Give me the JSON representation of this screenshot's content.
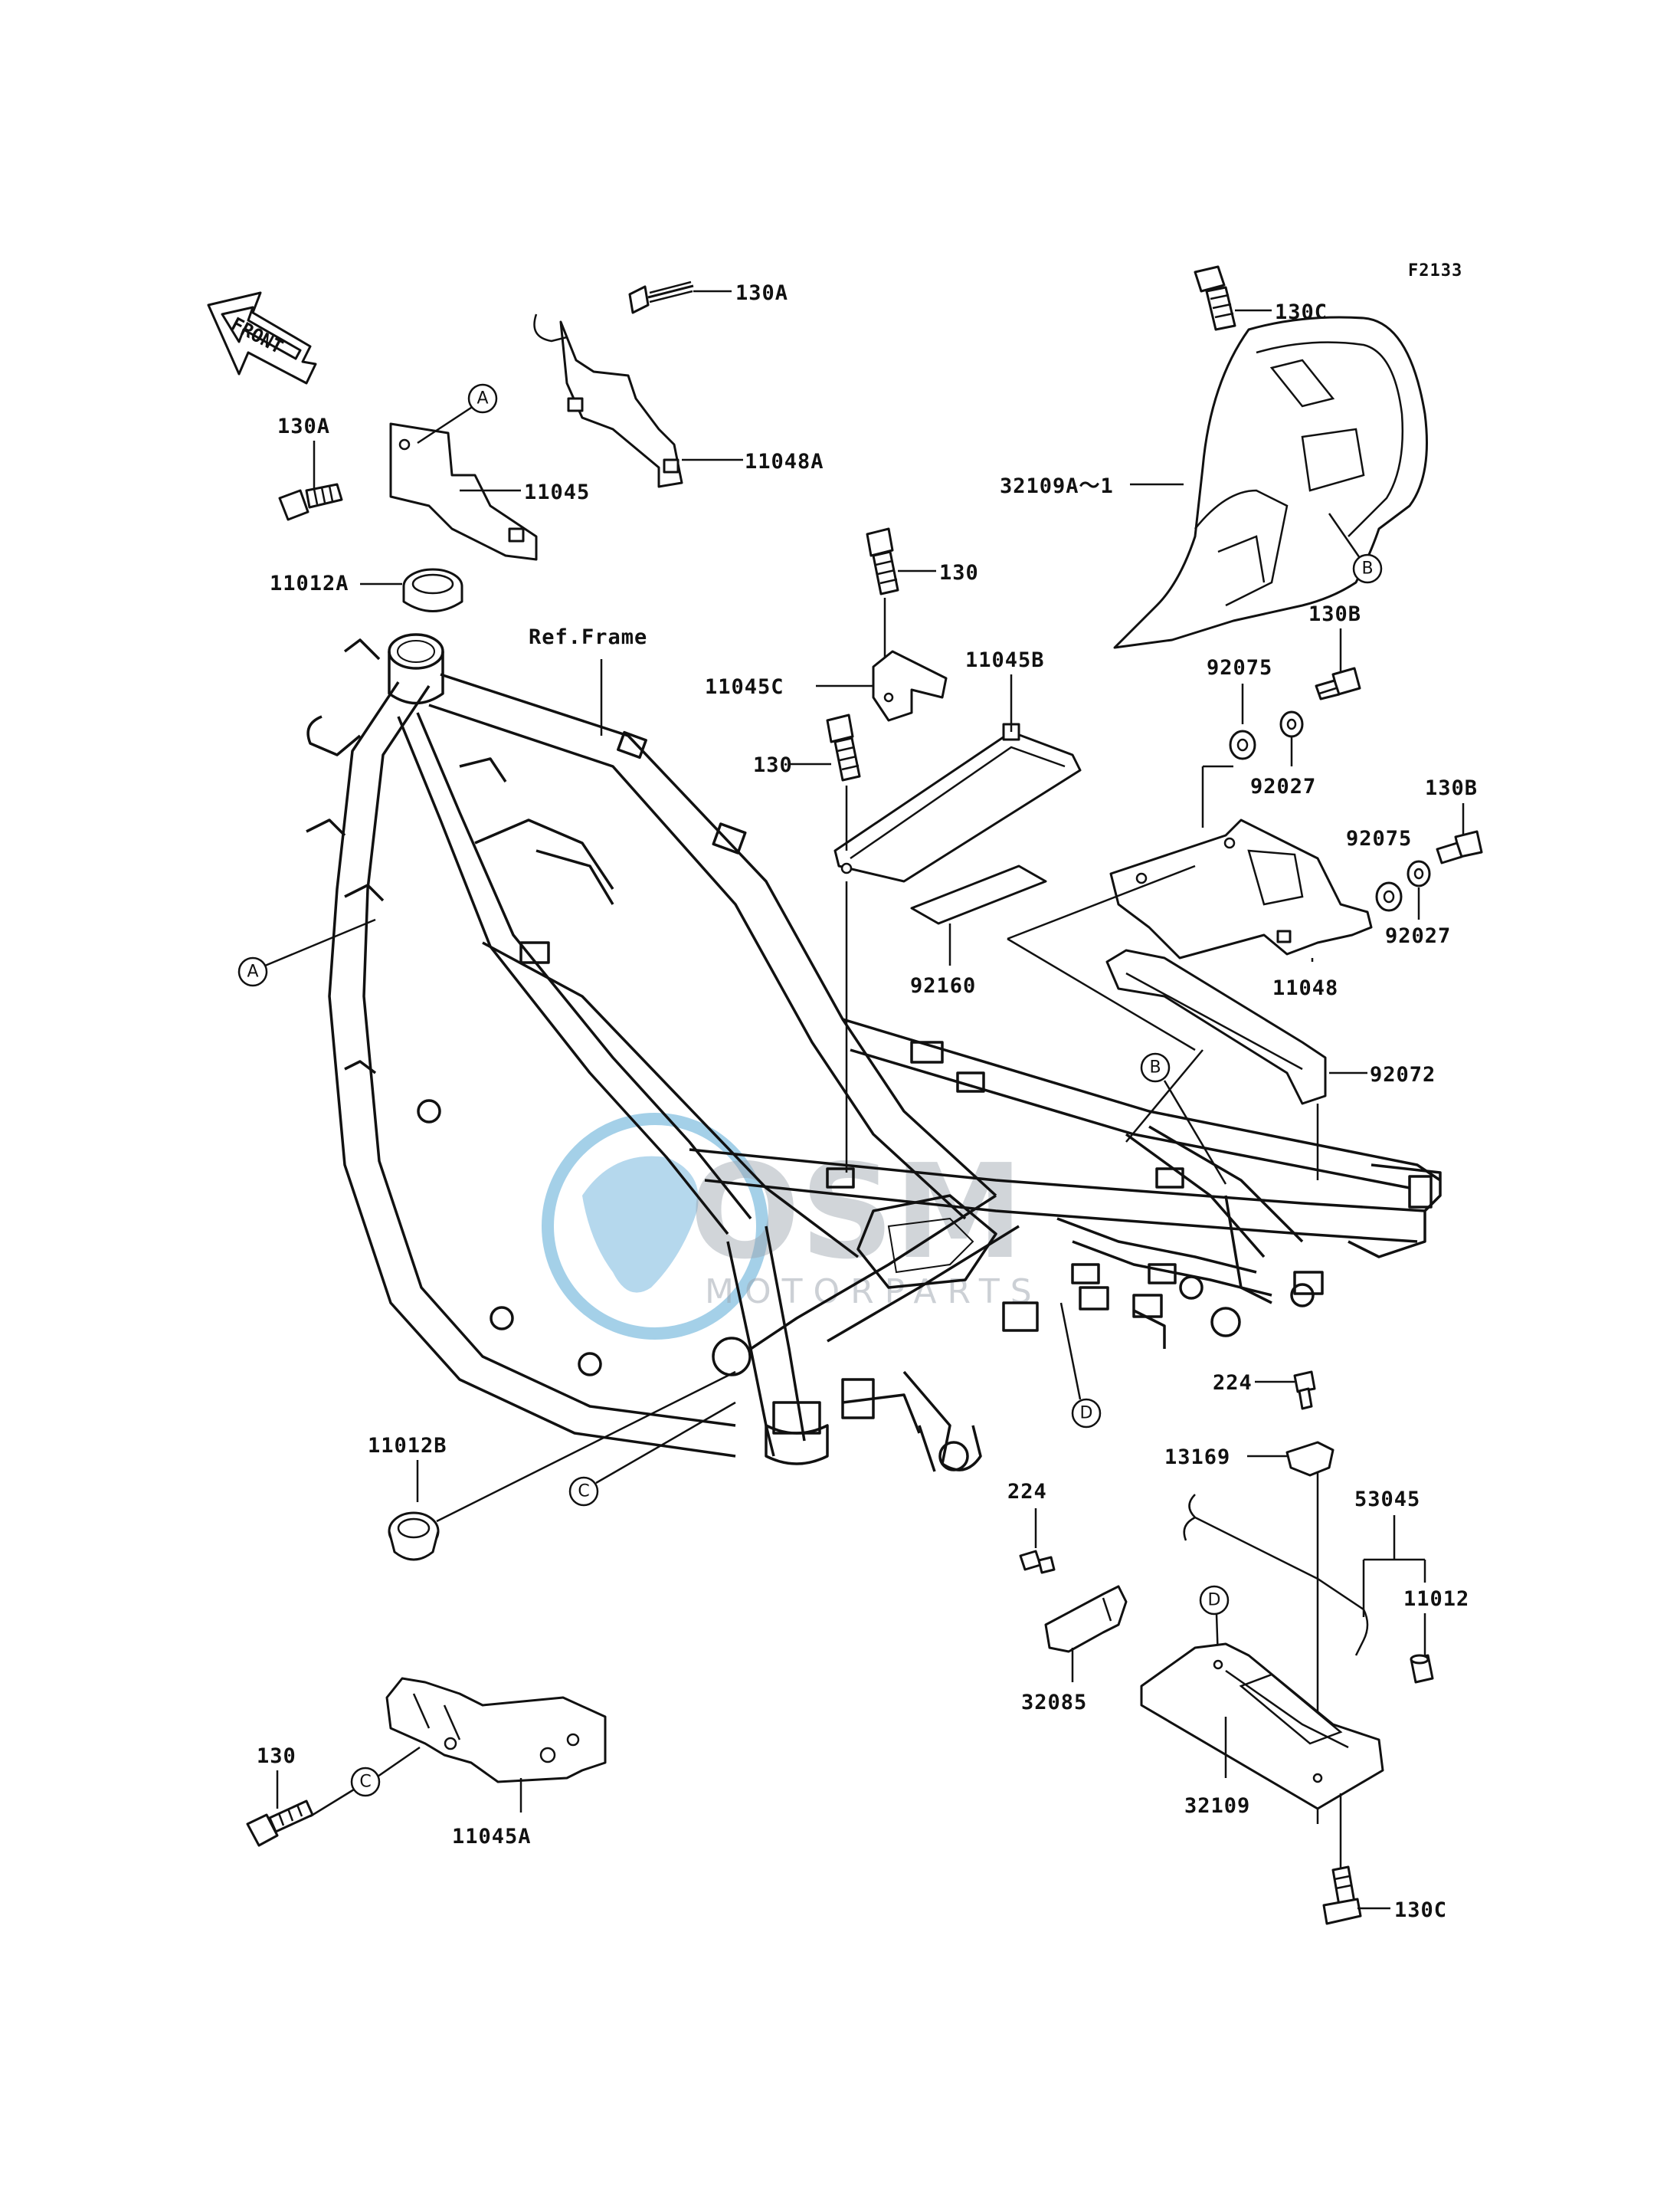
{
  "drawing_code": "F2133",
  "front_arrow_label": "FRONT",
  "ref_frame_label": "Ref.Frame",
  "watermark": {
    "text": "OSM",
    "subtext": "MOTORPARTS",
    "globe_color": "#5aa9d6"
  },
  "callouts": {
    "p130A_top": "130A",
    "p130A_left": "130A",
    "p11048A": "11048A",
    "p11045": "11045",
    "p11012A": "11012A",
    "p130C_top": "130C",
    "p32109A": "32109A～1",
    "p130_top": "130",
    "p11045C": "11045C",
    "p11045B": "11045B",
    "p130_mid": "130",
    "p92160": "92160",
    "p130B_1": "130B",
    "p92075_1": "92075",
    "p92027_1": "92027",
    "p130B_2": "130B",
    "p92075_2": "92075",
    "p92027_2": "92027",
    "p11048": "11048",
    "p92072": "92072",
    "p11012B": "11012B",
    "p224_1": "224",
    "p13169": "13169",
    "p53045": "53045",
    "p11012": "11012",
    "p224_2": "224",
    "p32085": "32085",
    "p32109": "32109",
    "p130_bot": "130",
    "p11045A": "11045A",
    "p130C_bot": "130C"
  },
  "reference_letters": {
    "A1": "A",
    "A2": "A",
    "B1": "B",
    "B2": "B",
    "C1": "C",
    "C2": "C",
    "D1": "D",
    "D2": "D"
  }
}
